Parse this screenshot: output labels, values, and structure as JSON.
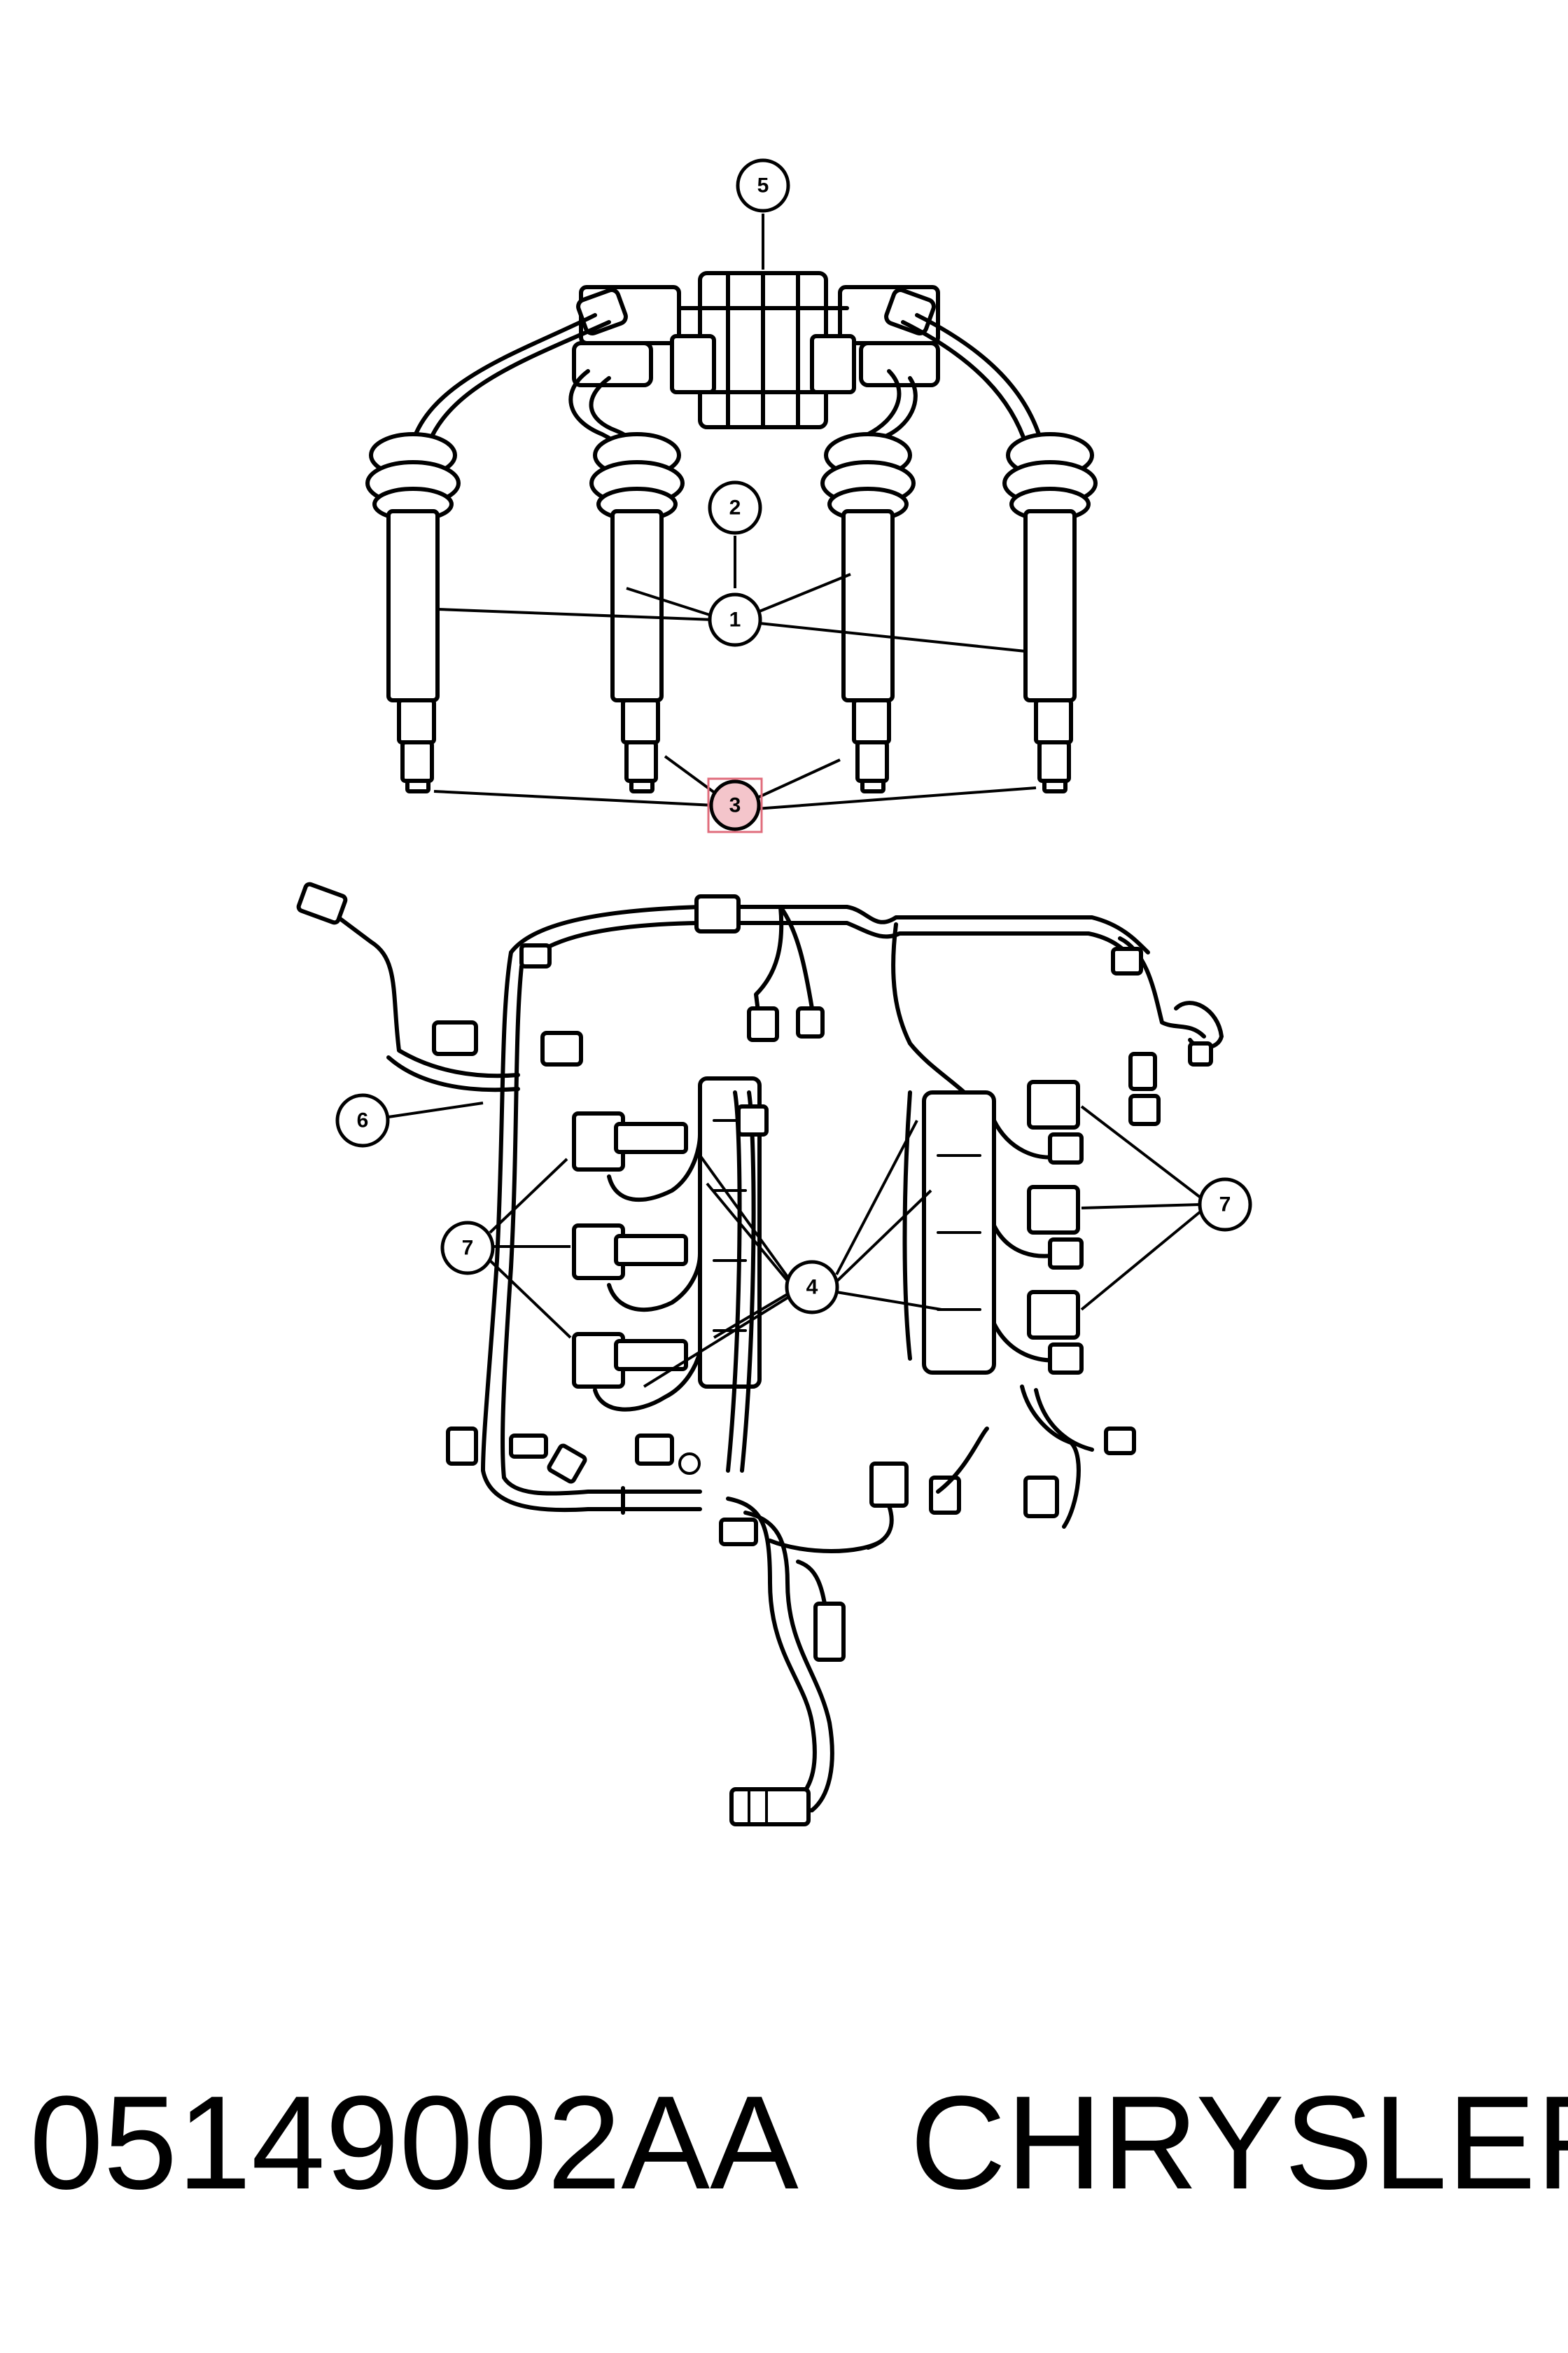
{
  "caption": {
    "part_number": "05149002AA",
    "brand": "CHRYSLER"
  },
  "callouts": [
    {
      "id": "callout-5",
      "label": "5"
    },
    {
      "id": "callout-2",
      "label": "2"
    },
    {
      "id": "callout-1",
      "label": "1"
    },
    {
      "id": "callout-3",
      "label": "3",
      "highlighted": true
    },
    {
      "id": "callout-6",
      "label": "6"
    },
    {
      "id": "callout-7-left",
      "label": "7"
    },
    {
      "id": "callout-4",
      "label": "4"
    },
    {
      "id": "callout-7-right",
      "label": "7"
    }
  ],
  "colors": {
    "line": "#000000",
    "highlight_fill": "#f4c5cb",
    "highlight_border": "#e06c7c"
  }
}
